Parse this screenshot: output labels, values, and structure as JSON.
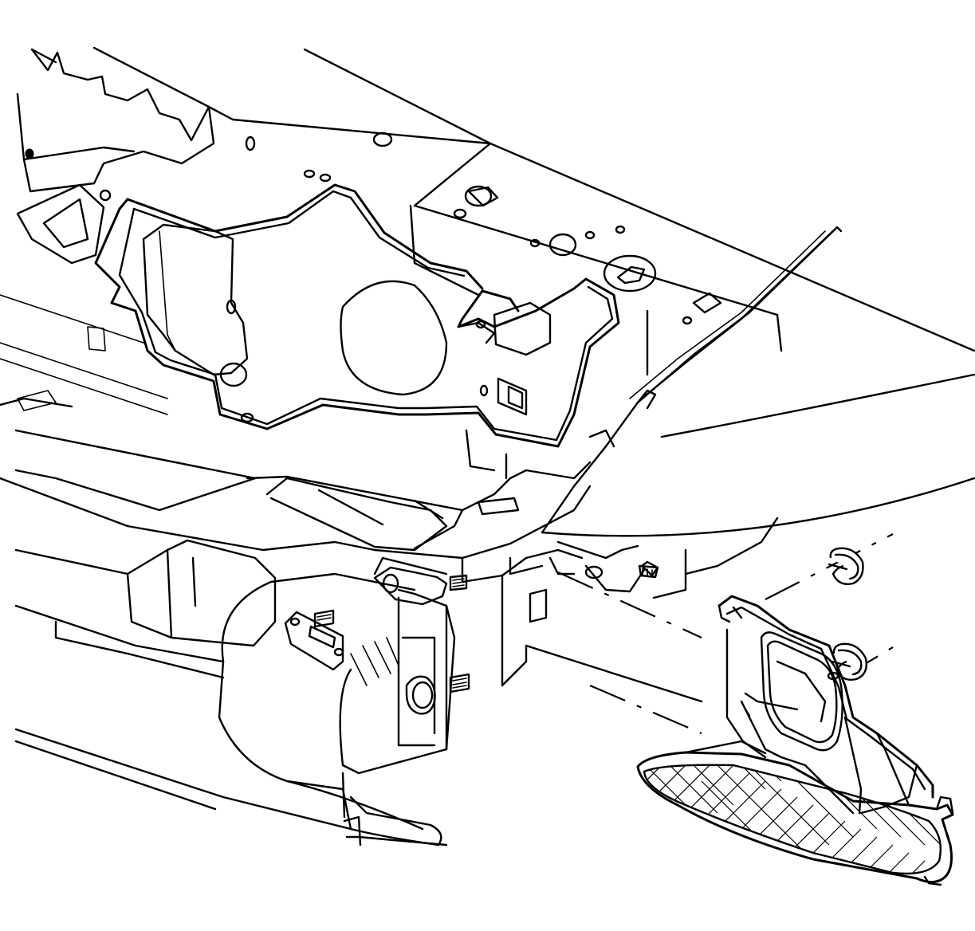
{
  "figure": {
    "parts": [
      {
        "id": "radiator-support",
        "label": ""
      },
      {
        "id": "front-bumper-fascia",
        "label": ""
      },
      {
        "id": "headlamp-opening-panel",
        "label": ""
      },
      {
        "id": "fog-lamp-bracket",
        "label": ""
      },
      {
        "id": "fog-lamp-grille",
        "label": ""
      },
      {
        "id": "push-pin-retainer-upper",
        "label": ""
      },
      {
        "id": "push-pin-retainer-lower",
        "label": ""
      },
      {
        "id": "mounting-studs",
        "label": ""
      }
    ],
    "line_color": "#000000",
    "background_color": "#ffffff"
  }
}
